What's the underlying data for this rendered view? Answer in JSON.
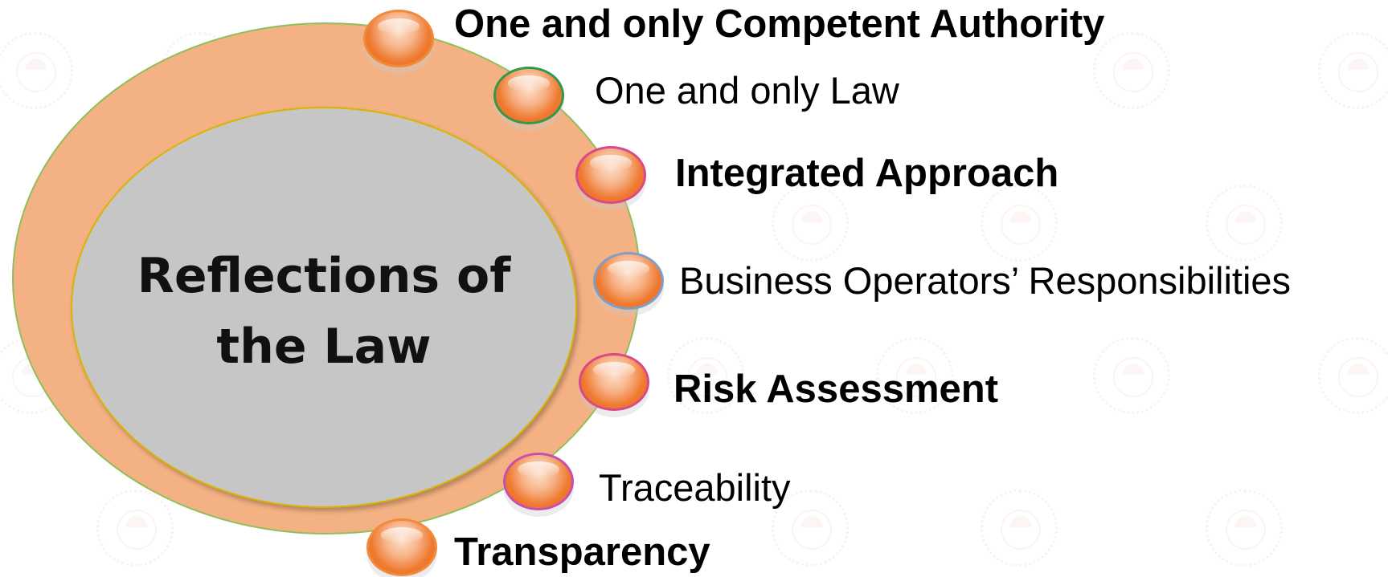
{
  "center": {
    "title": "Reflections of\nthe Law"
  },
  "items": [
    {
      "label": "One and only Competent Authority",
      "bold": true,
      "ring": "#f08a3c"
    },
    {
      "label": "One and only Law",
      "bold": false,
      "ring": "#2e9a4a"
    },
    {
      "label": "Integrated Approach",
      "bold": true,
      "ring": "#d9488c"
    },
    {
      "label": "Business Operators’ Responsibilities",
      "bold": false,
      "ring": "#7f9fc9"
    },
    {
      "label": "Risk Assessment",
      "bold": true,
      "ring": "#d9488c"
    },
    {
      "label": "Traceability",
      "bold": false,
      "ring": "#c74fae"
    },
    {
      "label": "Transparency",
      "bold": true,
      "ring": "#f08a3c"
    }
  ],
  "colors": {
    "outer_fill": "#f4b183",
    "outer_border": "#8fbf5a",
    "inner_fill": "#c6c6c6",
    "inner_border": "#d9b400",
    "bead_orange": "#ef7a30"
  }
}
